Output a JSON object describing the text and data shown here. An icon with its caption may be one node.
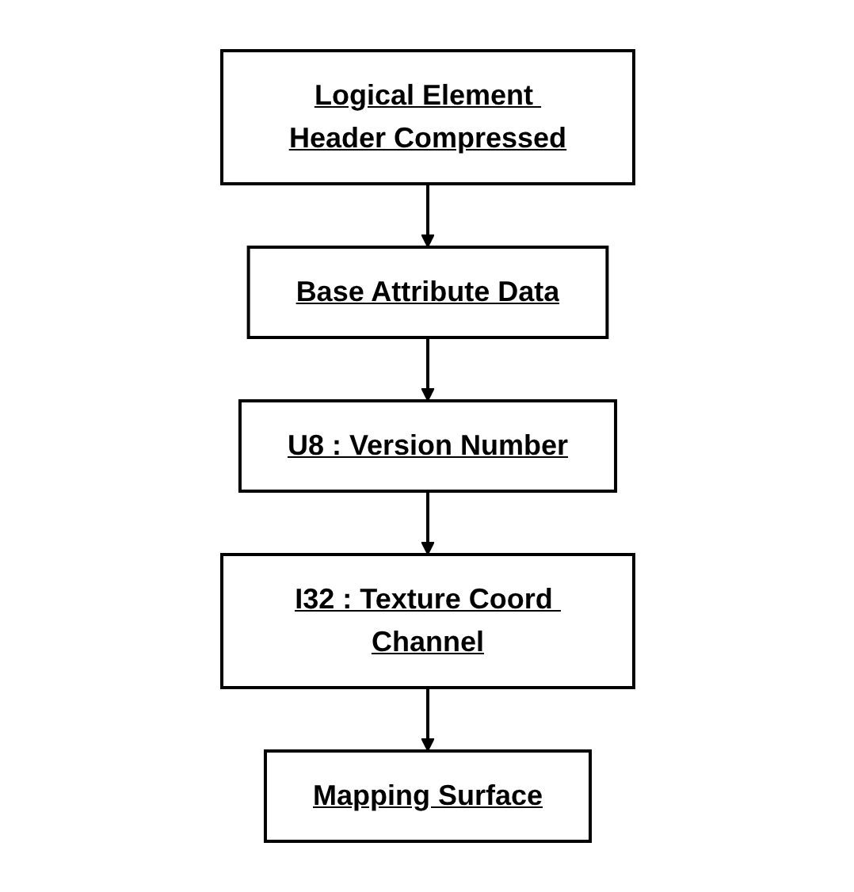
{
  "diagram": {
    "nodes": [
      {
        "text": [
          "Logical Element Header Compressed"
        ]
      },
      {
        "text": [
          "Base Attribute Data"
        ]
      },
      {
        "text": [
          "U8 : Version Number"
        ]
      },
      {
        "text": [
          "I32 : Texture Coord Channel"
        ]
      },
      {
        "text": [
          "Mapping Surface"
        ]
      }
    ],
    "edges": [
      {
        "from": 0,
        "to": 1,
        "arrow": "to"
      },
      {
        "from": 1,
        "to": 2,
        "arrow": "to"
      },
      {
        "from": 2,
        "to": 3,
        "arrow": "to"
      },
      {
        "from": 3,
        "to": 4,
        "arrow": "to"
      }
    ]
  }
}
